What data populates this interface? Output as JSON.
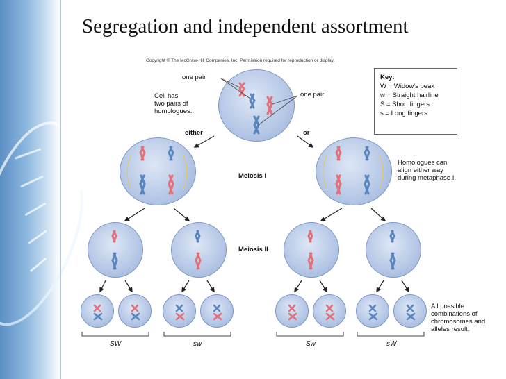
{
  "slide": {
    "title": "Segregation and independent assortment",
    "copyright": "Copyright © The McGraw-Hill Companies, Inc. Permission required for reproduction or display."
  },
  "labels": {
    "one_pair_left": "one pair",
    "one_pair_right": "one pair",
    "cell_has_1": "Cell has",
    "cell_has_2": "two pairs of",
    "cell_has_3": "homologues.",
    "either": "either",
    "or": "or",
    "meiosis_1": "Meiosis I",
    "meiosis_2": "Meiosis II",
    "homologues_1": "Homologues can",
    "homologues_2": "align either way",
    "homologues_3": "during metaphase I.",
    "all_possible_1": "All possible",
    "all_possible_2": "combinations of",
    "all_possible_3": "chromosomes and",
    "all_possible_4": "alleles result."
  },
  "key": {
    "title": "Key:",
    "items": [
      "W = Widow's peak",
      "w = Straight hairline",
      "S = Short fingers",
      "s = Long fingers"
    ]
  },
  "results": [
    "SW",
    "sw",
    "Sw",
    "sW"
  ],
  "colors": {
    "red": "#e0707a",
    "blue": "#5a86c0",
    "cell": "#b5c7e6"
  }
}
